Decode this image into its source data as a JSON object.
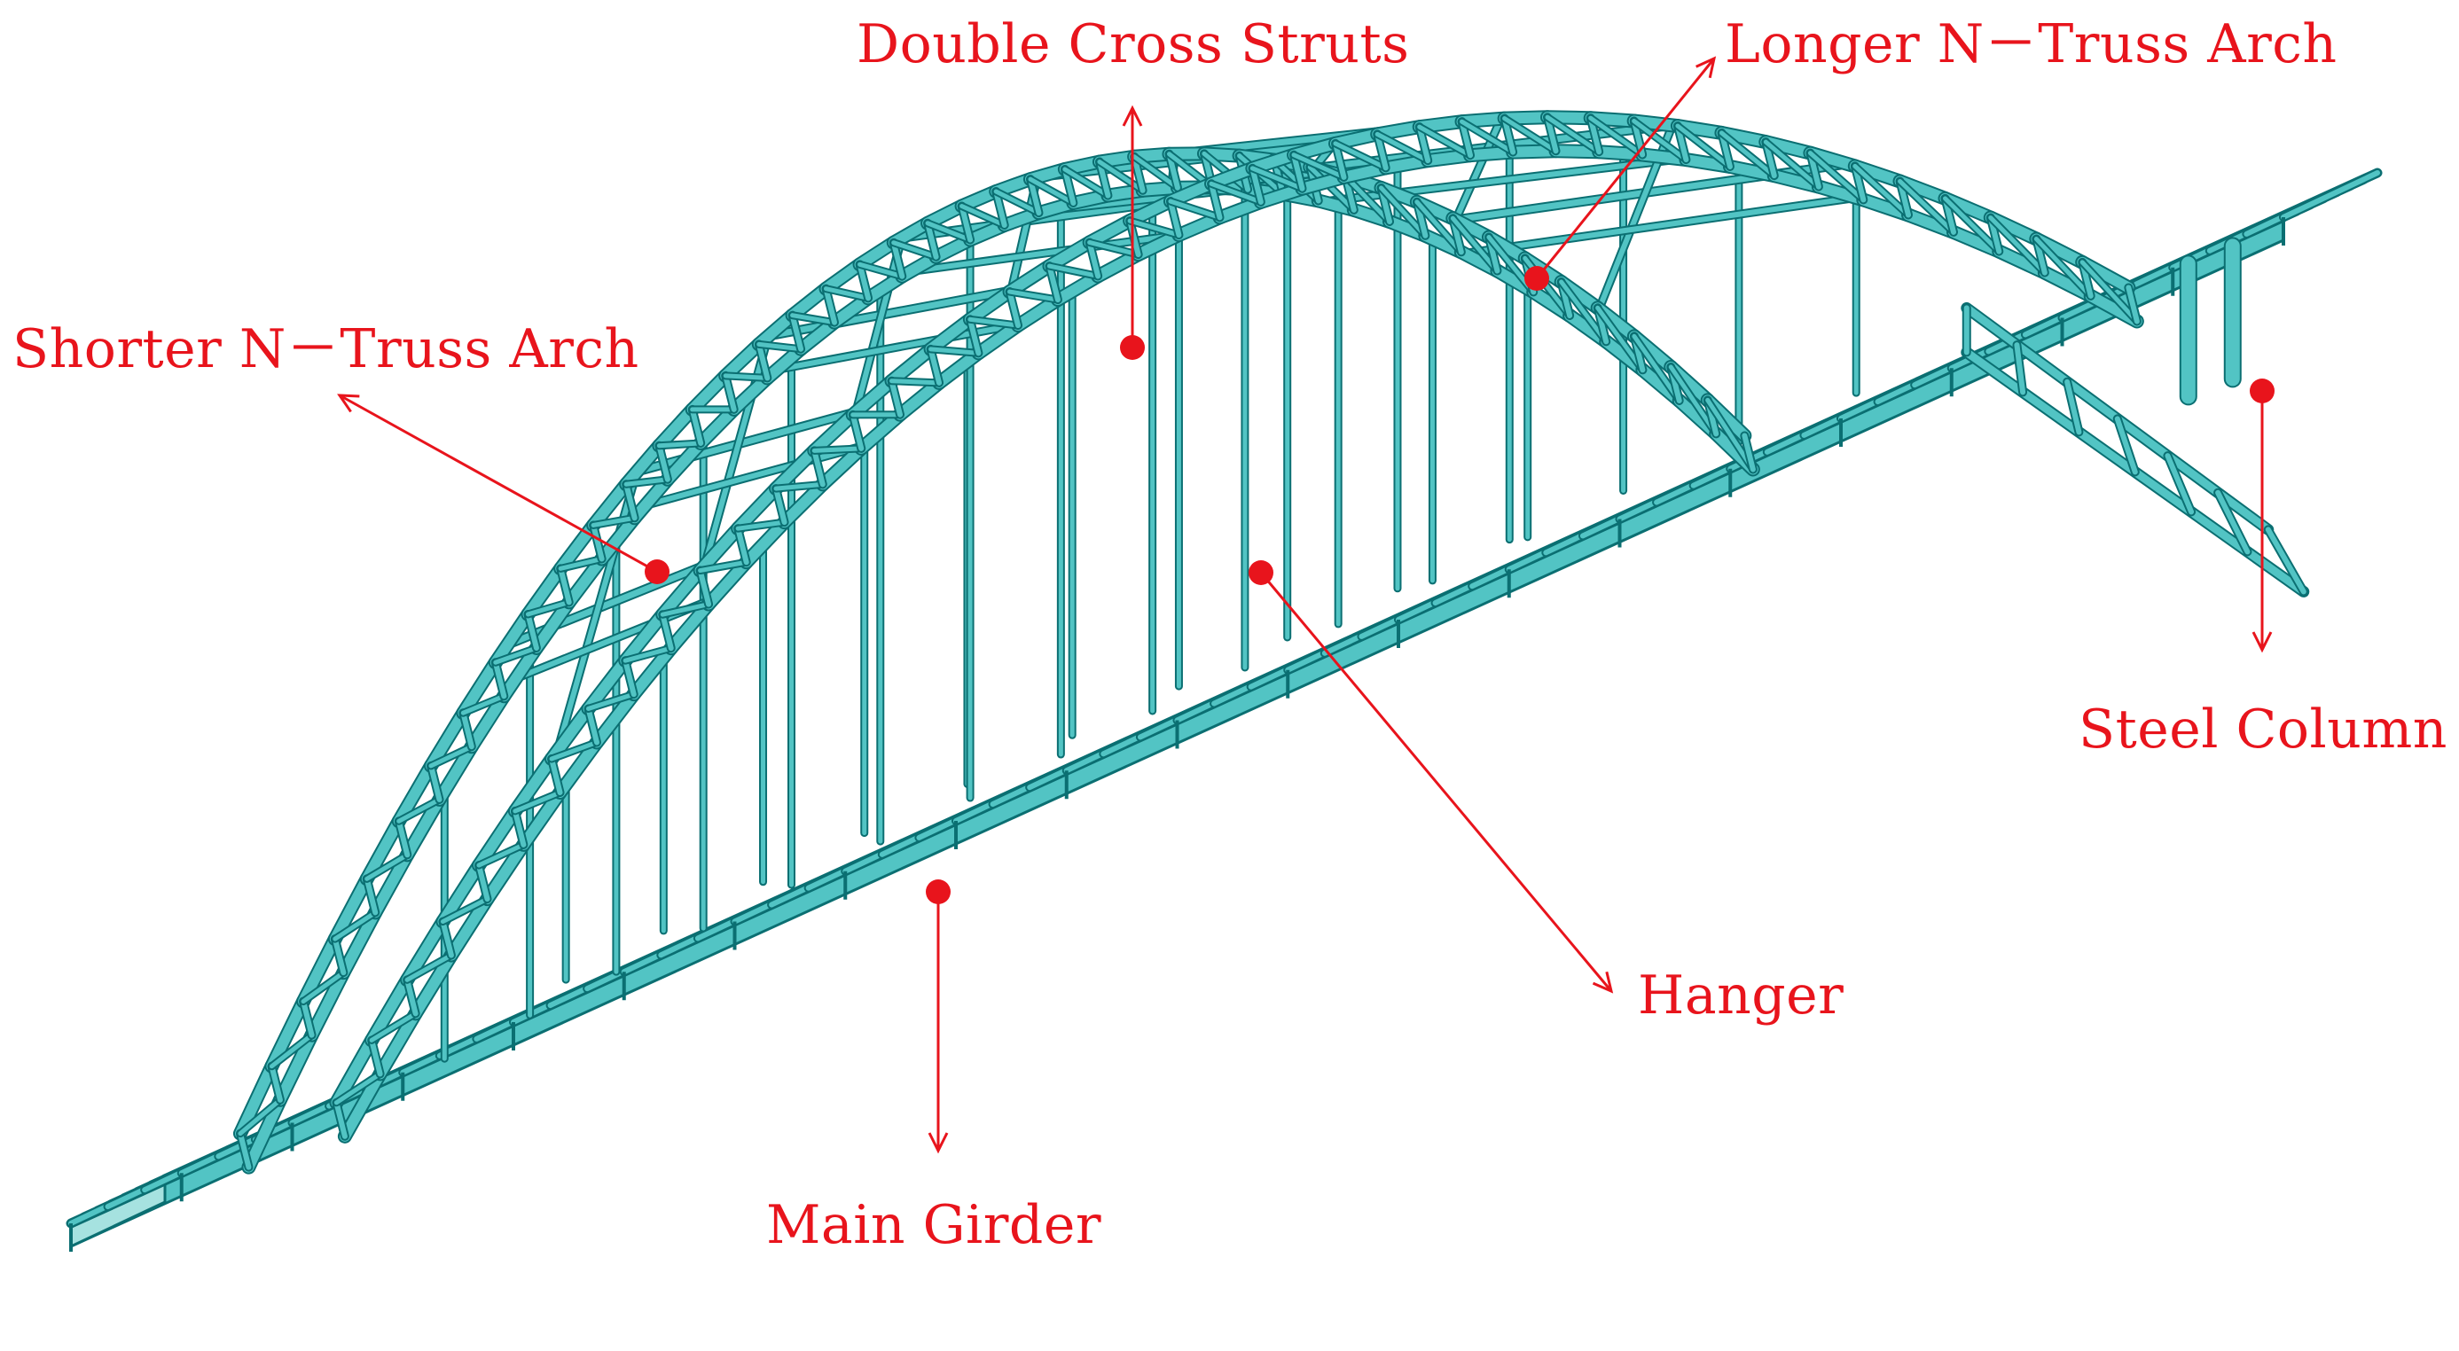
{
  "colors": {
    "structure_fill": "#52c4c4",
    "structure_dark": "#0b6f72",
    "structure_light": "#a6e2e0",
    "annotation": "#e8141c"
  },
  "labels": {
    "double_cross_struts": "Double Cross Struts",
    "longer_arch": "Longer N－Truss Arch",
    "shorter_arch": "Shorter N－Truss Arch",
    "steel_column": "Steel Column",
    "hanger": "Hanger",
    "main_girder": "Main Girder"
  }
}
